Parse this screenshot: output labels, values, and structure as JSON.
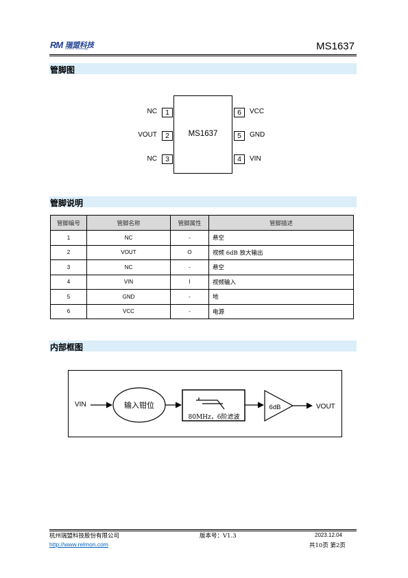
{
  "header": {
    "logo_mark": "RM",
    "logo_text": "瑞盟科技",
    "logo_subtitle": "Relmon Technology",
    "doc_title": "MS1637"
  },
  "sections": {
    "pin_diagram": "管脚图",
    "pin_description": "管脚说明",
    "block_diagram": "内部框图"
  },
  "pin_diagram": {
    "chip_label": "MS1637",
    "left_pins": [
      {
        "num": "1",
        "name": "NC"
      },
      {
        "num": "2",
        "name": "VOUT"
      },
      {
        "num": "3",
        "name": "NC"
      }
    ],
    "right_pins": [
      {
        "num": "6",
        "name": "VCC"
      },
      {
        "num": "5",
        "name": "GND"
      },
      {
        "num": "4",
        "name": "VIN"
      }
    ]
  },
  "pin_table": {
    "headers": [
      "管脚编号",
      "管脚名称",
      "管脚属性",
      "管脚描述"
    ],
    "rows": [
      [
        "1",
        "NC",
        "-",
        "悬空"
      ],
      [
        "2",
        "VOUT",
        "O",
        "视频 6dB 放大输出"
      ],
      [
        "3",
        "NC",
        "-",
        "悬空"
      ],
      [
        "4",
        "VIN",
        "I",
        "视频输入"
      ],
      [
        "5",
        "GND",
        "-",
        "地"
      ],
      [
        "6",
        "VCC",
        "-",
        "电源"
      ]
    ]
  },
  "block_diagram": {
    "input_label": "VIN",
    "clamp_label": "输入钳位",
    "filter_label": "80MHz，6阶滤波",
    "amp_label": "6dB",
    "output_label": "VOUT"
  },
  "footer": {
    "company": "杭州瑞盟科技股份有限公司",
    "version": "版本号：V1.3",
    "date": "2023.12.04",
    "url": "http://www.relmon.com",
    "pages": "共10页 第2页"
  }
}
